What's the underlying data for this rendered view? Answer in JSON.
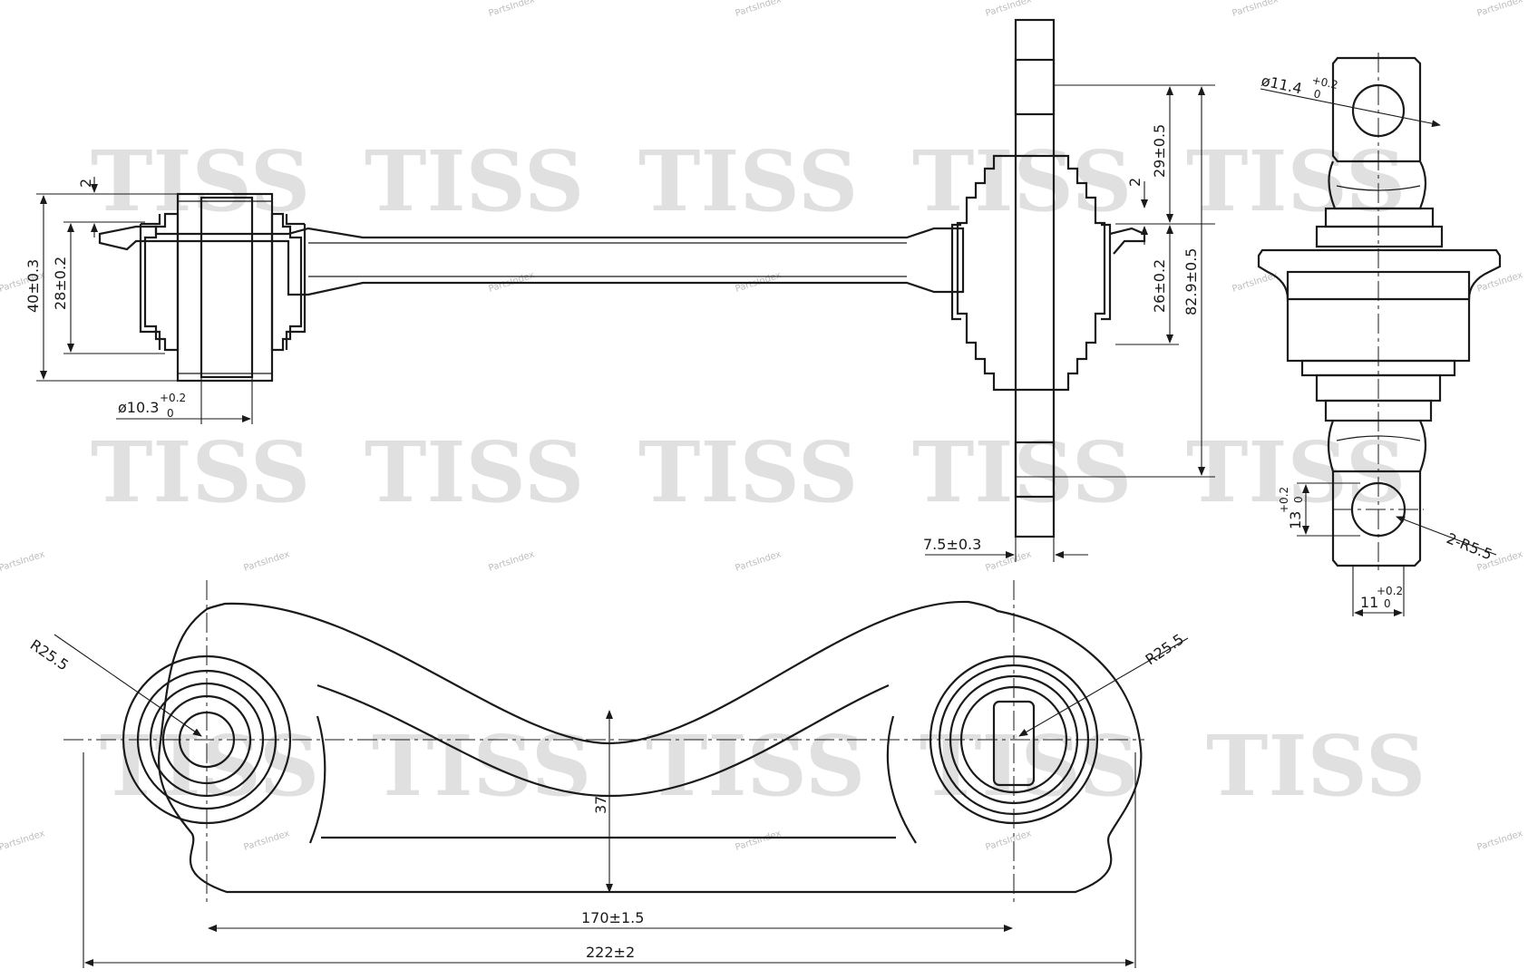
{
  "watermark": {
    "brand": "TISS",
    "site": "PartsIndex"
  },
  "dimensions": {
    "left_bush_height": "40±0.3",
    "left_bush_inner_height": "28±0.2",
    "left_top_step": "2",
    "left_bore": "ø10.3",
    "left_bore_tol_upper": "+0.2",
    "left_bore_tol_lower": "0",
    "right_top_step": "2",
    "right_upper": "29±0.5",
    "right_inner_height": "26±0.2",
    "right_total": "82.9±0.5",
    "plate_thickness": "7.5±0.3",
    "hole_upper": "ø11.4",
    "hole_upper_tol_upper": "+0.2",
    "hole_upper_tol_lower": "0",
    "slot_height": "13",
    "slot_height_tol_upper": "+0.2",
    "slot_height_tol_lower": "0",
    "slot_radius": "2-R5.5",
    "slot_width": "11",
    "slot_width_tol_upper": "+0.2",
    "slot_width_tol_lower": "0",
    "radius_left": "R25.5",
    "radius_right": "R25.5",
    "arm_depth": "37",
    "center_distance": "170±1.5",
    "overall_length": "222±2"
  }
}
